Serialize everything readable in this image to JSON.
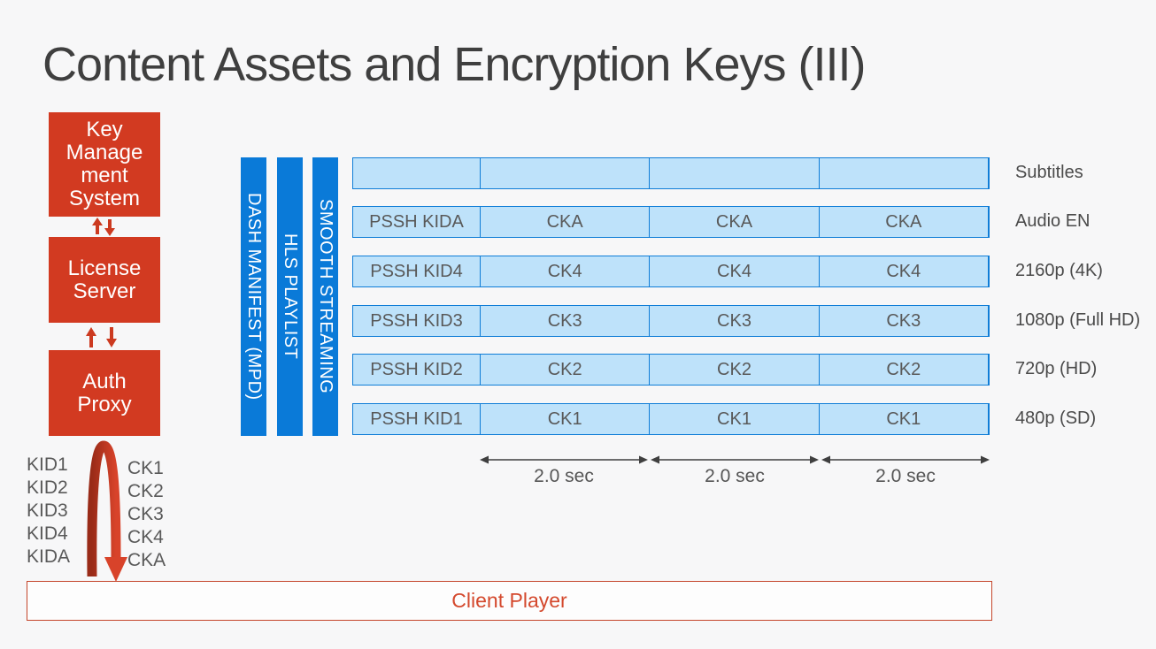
{
  "title": "Content Assets and Encryption Keys (III)",
  "colors": {
    "background": "#F7F7F8",
    "accent_red": "#D23A21",
    "accent_blue": "#0A7AD8",
    "cell_fill": "#BEE2FA",
    "cell_border": "#0F7DD7",
    "text_gray": "#595959",
    "client_player_red": "#D4492D"
  },
  "server_stack": {
    "boxes": [
      {
        "id": "kms",
        "label": "Key\nManage\nment\nSystem"
      },
      {
        "id": "license",
        "label": "License\nServer"
      },
      {
        "id": "auth",
        "label": "Auth\nProxy"
      }
    ]
  },
  "key_lists": {
    "kids": [
      "KID1",
      "KID2",
      "KID3",
      "KID4",
      "KIDA"
    ],
    "cks": [
      "CK1",
      "CK2",
      "CK3",
      "CK4",
      "CKA"
    ]
  },
  "manifest_bars": [
    {
      "label": "DASH MANIFEST (MPD)"
    },
    {
      "label": "HLS PLAYLIST"
    },
    {
      "label": "SMOOTH STREAMING"
    }
  ],
  "asset_grid": {
    "rows": [
      {
        "label": "Subtitles",
        "cells": [
          "",
          "",
          "",
          ""
        ]
      },
      {
        "label": "Audio EN",
        "cells": [
          "PSSH KIDA",
          "CKA",
          "CKA",
          "CKA"
        ]
      },
      {
        "label": "2160p (4K)",
        "cells": [
          "PSSH KID4",
          "CK4",
          "CK4",
          "CK4"
        ]
      },
      {
        "label": "1080p (Full HD)",
        "cells": [
          "PSSH KID3",
          "CK3",
          "CK3",
          "CK3"
        ]
      },
      {
        "label": "720p (HD)",
        "cells": [
          "PSSH KID2",
          "CK2",
          "CK2",
          "CK2"
        ]
      },
      {
        "label": "480p (SD)",
        "cells": [
          "PSSH KID1",
          "CK1",
          "CK1",
          "CK1"
        ]
      }
    ]
  },
  "timeline": {
    "segments": [
      {
        "label": "2.0 sec"
      },
      {
        "label": "2.0 sec"
      },
      {
        "label": "2.0 sec"
      }
    ]
  },
  "client_player": {
    "label": "Client Player"
  }
}
